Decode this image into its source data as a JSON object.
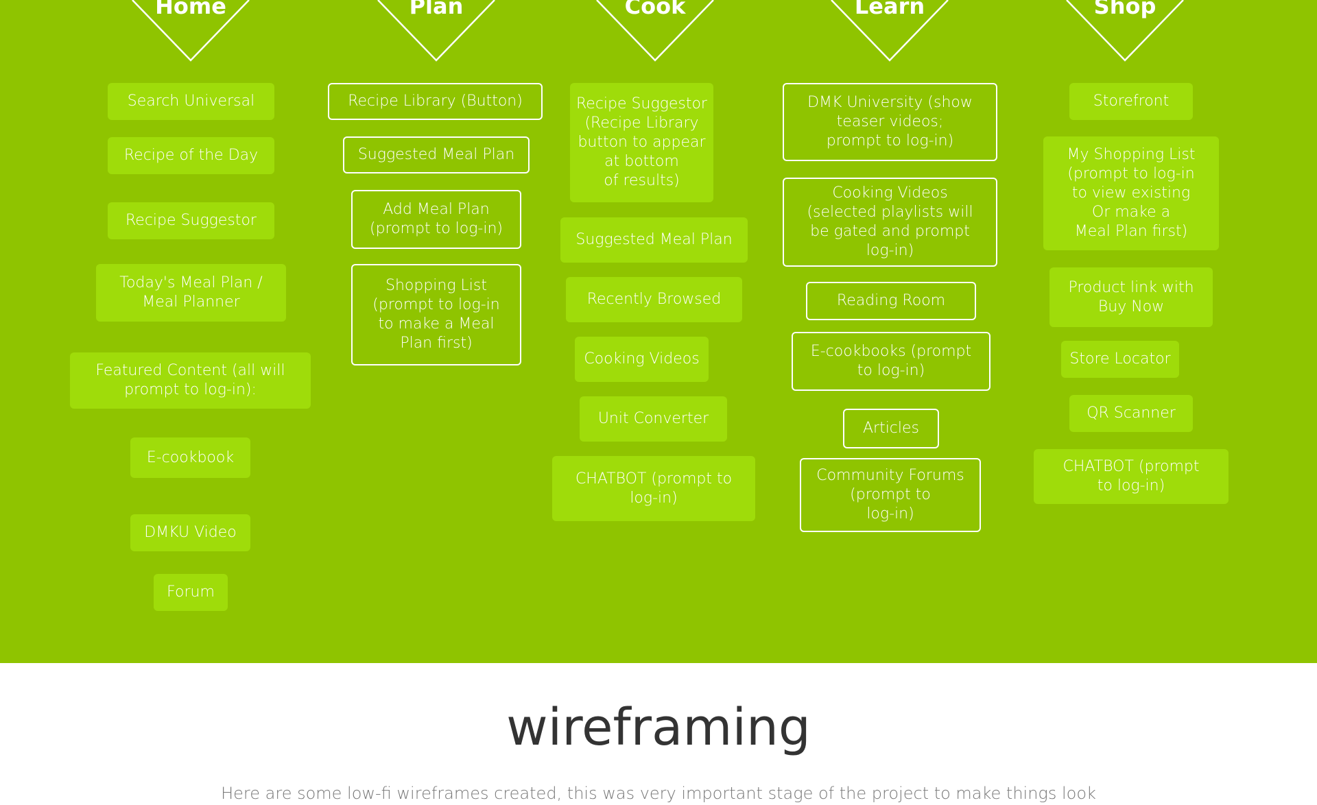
{
  "columns": [
    {
      "heading": "Home",
      "items": [
        {
          "label": "Search Universal",
          "style": "filled"
        },
        {
          "label": "Recipe of the Day",
          "style": "filled"
        },
        {
          "label": "Recipe Suggestor",
          "style": "filled"
        },
        {
          "label": "Today's Meal Plan /\nMeal Planner",
          "style": "filled"
        },
        {
          "label": "Featured Content (all will\nprompt to log-in):",
          "style": "filled"
        },
        {
          "label": "E-cookbook",
          "style": "filled"
        },
        {
          "label": "DMKU Video",
          "style": "filled"
        },
        {
          "label": "Forum",
          "style": "filled"
        }
      ]
    },
    {
      "heading": "Plan",
      "items": [
        {
          "label": "Recipe Library (Button)",
          "style": "outlined"
        },
        {
          "label": "Suggested Meal Plan",
          "style": "outlined"
        },
        {
          "label": "Add Meal Plan\n(prompt to log-in)",
          "style": "outlined"
        },
        {
          "label": "Shopping List\n(prompt to log-in\nto make a Meal\nPlan first)",
          "style": "outlined"
        }
      ]
    },
    {
      "heading": "Cook",
      "items": [
        {
          "label": "Recipe Suggestor\n(Recipe Library\nbutton to appear\nat bottom\nof results)",
          "style": "filled"
        },
        {
          "label": "Suggested Meal Plan",
          "style": "filled"
        },
        {
          "label": "Recently Browsed",
          "style": "filled"
        },
        {
          "label": "Cooking Videos",
          "style": "filled"
        },
        {
          "label": "Unit Converter",
          "style": "filled"
        },
        {
          "label": "CHATBOT (prompt to\nlog-in)",
          "style": "filled"
        }
      ]
    },
    {
      "heading": "Learn",
      "items": [
        {
          "label": "DMK University (show\nteaser videos;\nprompt to log-in)",
          "style": "outlined"
        },
        {
          "label": "Cooking Videos\n(selected playlists will\nbe gated and prompt\nlog-in)",
          "style": "outlined"
        },
        {
          "label": "Reading Room",
          "style": "outlined"
        },
        {
          "label": "E-cookbooks (prompt\nto log-in)",
          "style": "outlined"
        },
        {
          "label": "Articles",
          "style": "outlined"
        },
        {
          "label": "Community Forums\n(prompt to\nlog-in)",
          "style": "outlined"
        }
      ]
    },
    {
      "heading": "Shop",
      "items": [
        {
          "label": "Storefront",
          "style": "filled"
        },
        {
          "label": "My Shopping List\n(prompt to log-in\nto view existing\nOr make a\nMeal Plan first)",
          "style": "filled"
        },
        {
          "label": "Product link with\nBuy Now",
          "style": "filled"
        },
        {
          "label": "Store Locator",
          "style": "filled"
        },
        {
          "label": "QR Scanner",
          "style": "filled"
        },
        {
          "label": "CHATBOT (prompt\nto log-in)",
          "style": "filled"
        }
      ]
    }
  ],
  "section": {
    "title": "wireframing",
    "intro": "Here are some low-fi wireframes created, this was very important stage of the project to make things look"
  },
  "colors": {
    "background_green": "#8fc400",
    "box_fill": "#9fdc0a",
    "outline": "#ffffff",
    "title_text": "#333333"
  }
}
